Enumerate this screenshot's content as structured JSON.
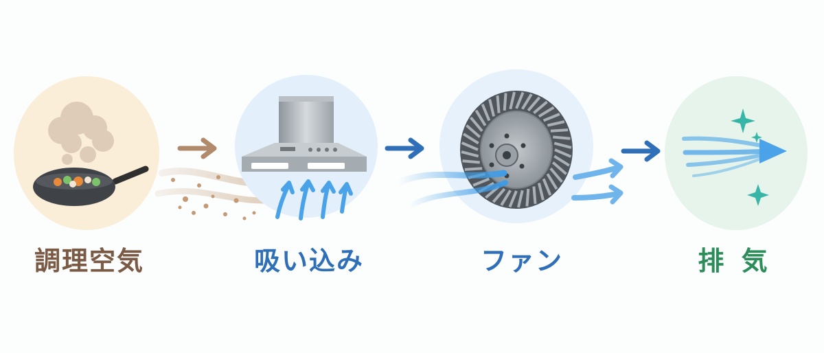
{
  "steps": [
    {
      "label": "調理空気",
      "color": "#7a5a45",
      "circle": "#fbeed9"
    },
    {
      "label": "吸い込み",
      "color": "#2e6fb8",
      "circle": "#e3f0fb"
    },
    {
      "label": "ファン",
      "color": "#2e6fb8",
      "circle": "#e6f1fb"
    },
    {
      "label": "排 気",
      "color": "#2c8c5a",
      "circle": "#e6f4ec"
    }
  ],
  "icons": {
    "step1": "frying-pan-with-steam-icon",
    "step2": "range-hood-icon",
    "step3": "centrifugal-fan-icon",
    "step4": "clean-exhaust-airflow-icon"
  },
  "colors": {
    "arrow_brown": "#b08a6a",
    "arrow_blue": "#2e6fb8",
    "air_blue": "#4aa3e8",
    "sparkle": "#37b6a8"
  }
}
